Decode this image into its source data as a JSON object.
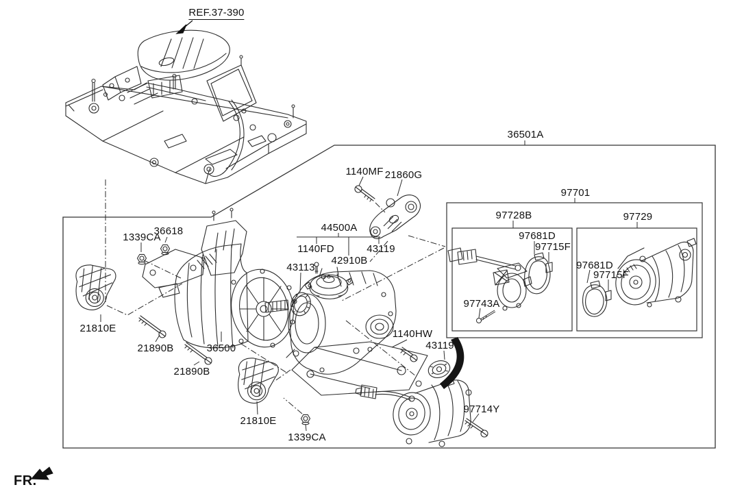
{
  "colors": {
    "line": "#2b2b2b",
    "box_line": "#333333",
    "background": "#ffffff",
    "text": "#111111"
  },
  "labels": {
    "ref_37_390": "REF.37-390",
    "p36501A": "36501A",
    "p97701": "97701",
    "p97728B": "97728B",
    "p97729": "97729",
    "p97681D": "97681D",
    "p97715F": "97715F",
    "p97743A": "97743A",
    "p1140MF": "1140MF",
    "p21860G": "21860G",
    "p44500A": "44500A",
    "p1140FD": "1140FD",
    "p42910B": "42910B",
    "p43119": "43119",
    "p43113": "43113",
    "p1339CA": "1339CA",
    "p36618": "36618",
    "p21810E": "21810E",
    "p21890B": "21890B",
    "p36500": "36500",
    "p1140HW": "1140HW",
    "p97714Y": "97714Y",
    "fr": "FR."
  }
}
